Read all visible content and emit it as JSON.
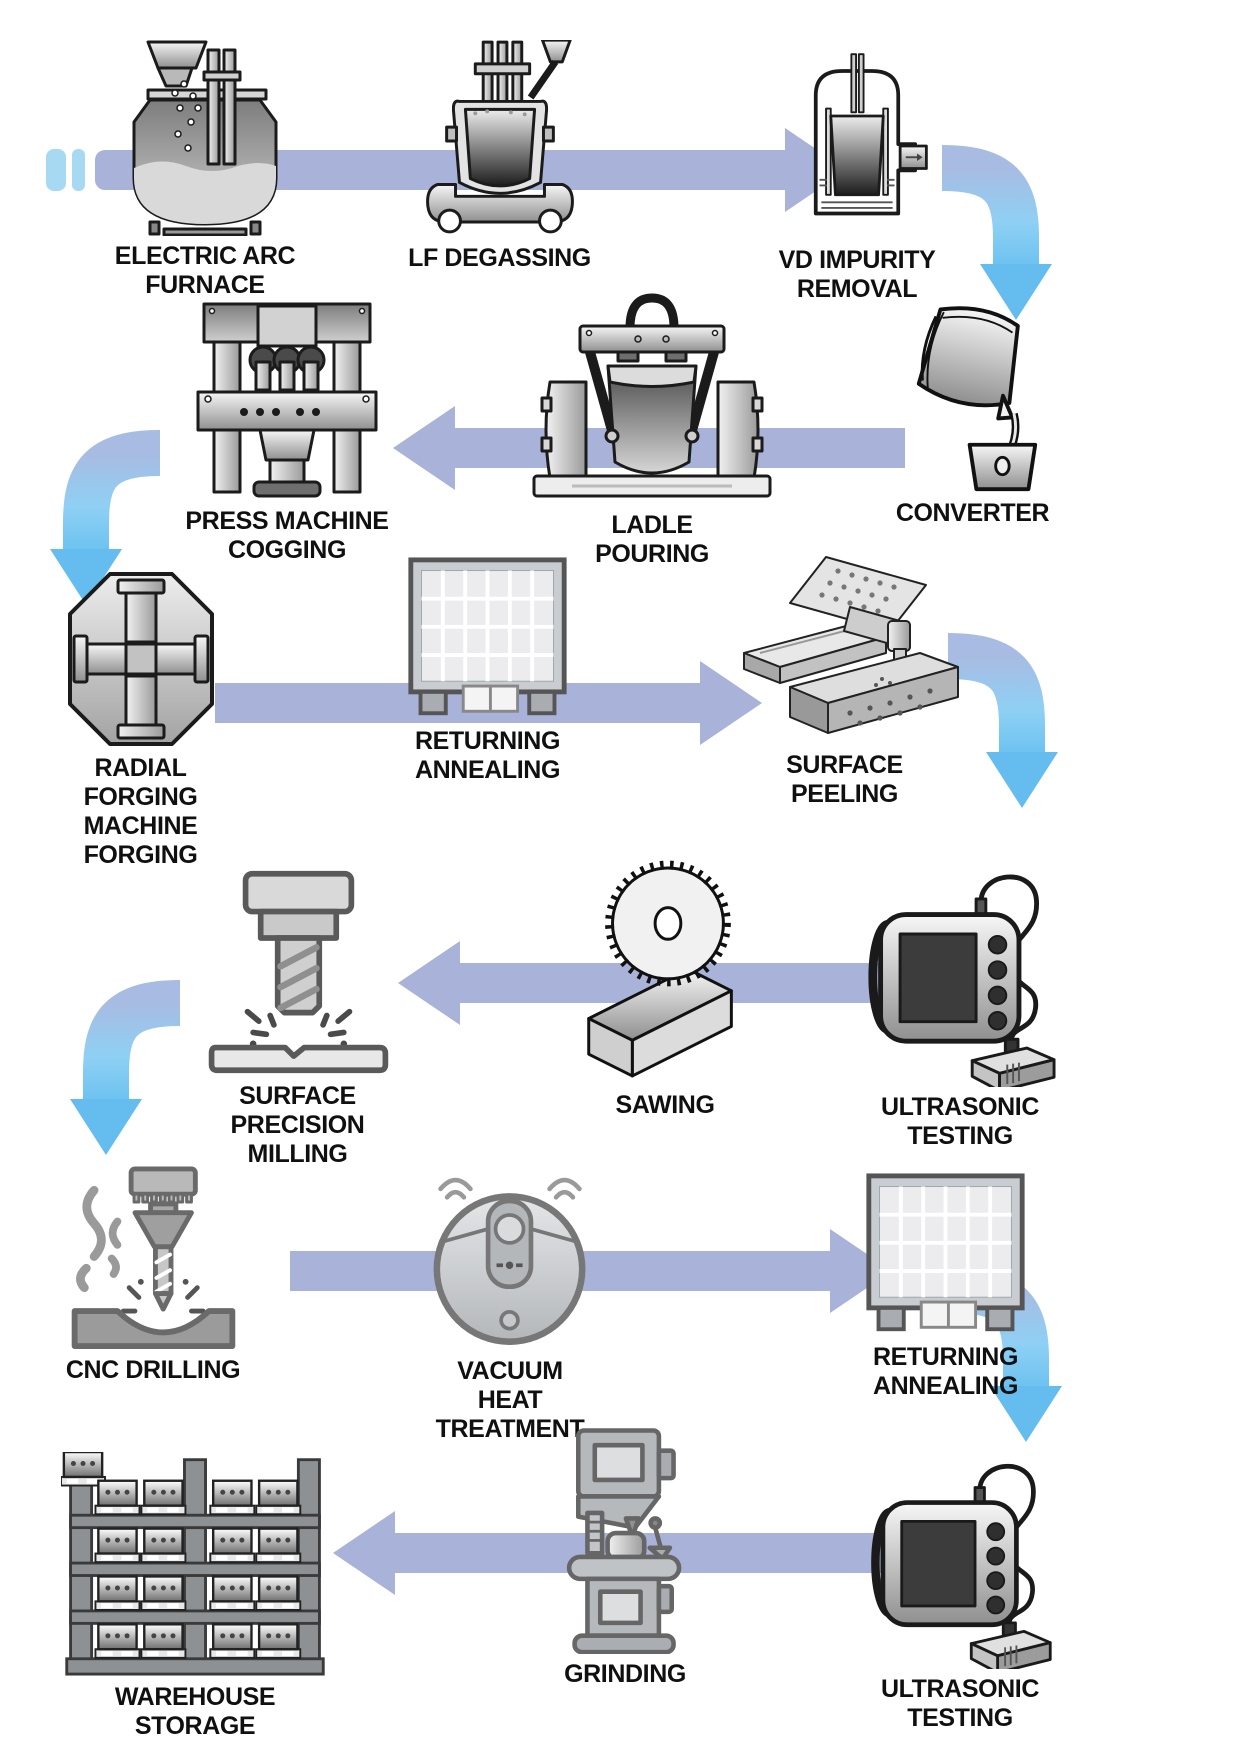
{
  "diagram": {
    "title": "",
    "steps": [
      {
        "id": "electric-arc-furnace",
        "label": "ELECTRIC ARC\nFURNACE"
      },
      {
        "id": "lf-degassing",
        "label": "LF DEGASSING"
      },
      {
        "id": "vd-impurity-removal",
        "label": "VD IMPURITY\nREMOVAL"
      },
      {
        "id": "converter",
        "label": "CONVERTER"
      },
      {
        "id": "ladle-pouring",
        "label": "LADLE\nPOURING"
      },
      {
        "id": "press-machine-cogging",
        "label": "PRESS MACHINE\nCOGGING"
      },
      {
        "id": "radial-forging",
        "label": "RADIAL FORGING\nMACHINE FORGING"
      },
      {
        "id": "returning-annealing-1",
        "label": "RETURNING\nANNEALING"
      },
      {
        "id": "surface-peeling",
        "label": "SURFACE\nPEELING"
      },
      {
        "id": "ultrasonic-testing-1",
        "label": "ULTRASONIC\nTESTING"
      },
      {
        "id": "sawing",
        "label": "SAWING"
      },
      {
        "id": "surface-precision-milling",
        "label": "SURFACE PRECISION\nMILLING"
      },
      {
        "id": "cnc-drilling",
        "label": "CNC DRILLING"
      },
      {
        "id": "vacuum-heat-treatment",
        "label": "VACUUM\nHEAT TREATMENT"
      },
      {
        "id": "returning-annealing-2",
        "label": "RETURNING\nANNEALING"
      },
      {
        "id": "ultrasonic-testing-2",
        "label": "ULTRASONIC\nTESTING"
      },
      {
        "id": "grinding",
        "label": "GRINDING"
      },
      {
        "id": "warehouse-storage",
        "label": "WAREHOUSE\nSTORAGE"
      }
    ],
    "flow_order": [
      "electric-arc-furnace",
      "lf-degassing",
      "vd-impurity-removal",
      "converter",
      "ladle-pouring",
      "press-machine-cogging",
      "radial-forging",
      "returning-annealing-1",
      "surface-peeling",
      "ultrasonic-testing-1",
      "sawing",
      "surface-precision-milling",
      "cnc-drilling",
      "vacuum-heat-treatment",
      "returning-annealing-2",
      "ultrasonic-testing-2",
      "grinding",
      "warehouse-storage"
    ],
    "colors": {
      "flow_arrow": "#a9b2d8",
      "turn_arrow_top": "#a8bbe2",
      "turn_arrow_bottom": "#6cc2f0",
      "start_marker": "#a7d9f2",
      "label_text": "#101010",
      "background": "#ffffff"
    }
  }
}
